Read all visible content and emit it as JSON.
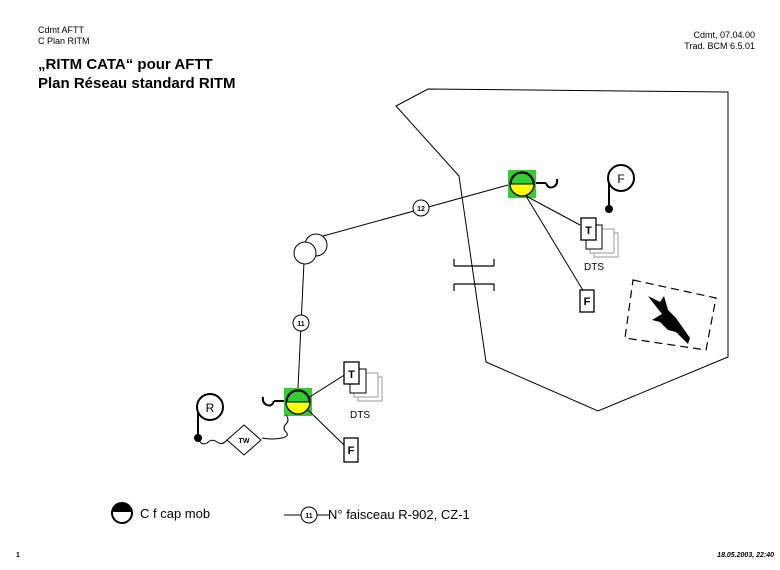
{
  "header": {
    "left_line1": "Cdmt AFTT",
    "left_line2": "C Plan RITM",
    "title_line1": "„RITM CATA“ pour AFTT",
    "title_line2": "Plan Réseau standard RITM",
    "right_line1": "Cdmt, 07.04.00",
    "right_line2": "Trad. BCM 6.5.01"
  },
  "diagram": {
    "beam_12": "12",
    "beam_11": "11",
    "dts_label": "DTS",
    "t_label": "T",
    "f_label": "F",
    "r_label": "R",
    "tw_label": "TW"
  },
  "legend": {
    "cf_label": "C f cap mob",
    "beam_number": "11",
    "beam_text": "N° faisceau  R-902, CZ-1"
  },
  "footer": {
    "page_number": "1",
    "date": "18.05.2003, 22:40"
  },
  "colors": {
    "station_yellow": "#ffff00",
    "station_green": "#33cc33"
  }
}
